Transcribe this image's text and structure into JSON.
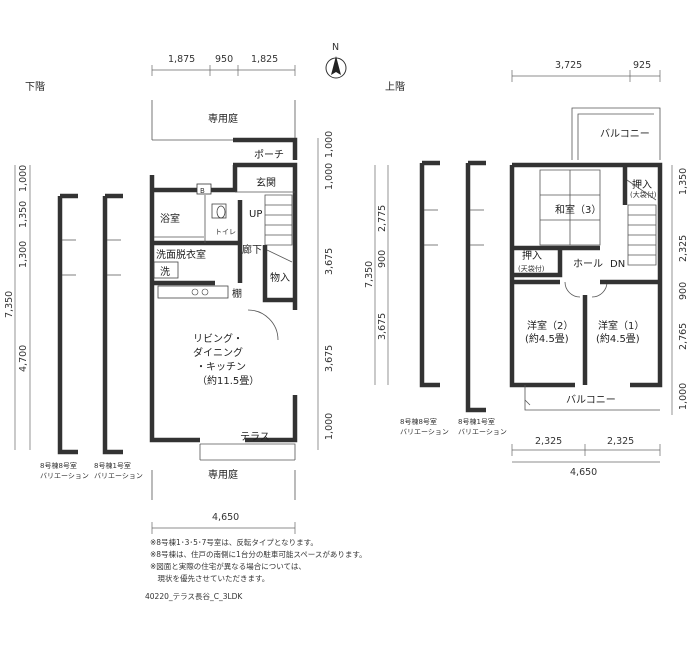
{
  "lower": {
    "title": "下階",
    "top_dims": [
      "1,875",
      "950",
      "1,825"
    ],
    "bottom_dim": "4,650",
    "right_dims": [
      "1,000",
      "1,000",
      "3,675",
      "3,675",
      "1,000"
    ],
    "left_total": "7,350",
    "left_dims": [
      "1,000",
      "1,350",
      "1,300",
      "4,700"
    ],
    "rooms": {
      "garden_top": "専用庭",
      "porch": "ポーチ",
      "entrance": "玄関",
      "bath": "浴室",
      "toilet": "トイレ",
      "b_mark": "B",
      "up": "UP",
      "corridor": "廊下",
      "storage": "物入",
      "washroom": "洗面脱衣室",
      "wash": "洗",
      "shelf": "棚",
      "ldk": [
        "リビング・",
        "ダイニング",
        "・キッチン",
        "（約11.5畳）"
      ],
      "terrace": "テラス",
      "garden_bottom": "専用庭"
    },
    "variations": [
      [
        "8号棟8号室",
        "バリエーション"
      ],
      [
        "8号棟1号室",
        "バリエーション"
      ]
    ]
  },
  "upper": {
    "title": "上階",
    "top_dims": [
      "3,725",
      "925"
    ],
    "bottom_dims": [
      "2,325",
      "2,325"
    ],
    "bottom_total": "4,650",
    "left_total": "7,350",
    "left_dims": [
      "2,775",
      "900",
      "3,675"
    ],
    "right_dims": [
      "1,350",
      "2,325",
      "900",
      "2,765",
      "1,000"
    ],
    "rooms": {
      "balcony_top": "バルコニー",
      "washitsu": "和室（3）",
      "oshiire_small": [
        "押入",
        "(大袋付)"
      ],
      "oshiire": [
        "押入",
        "(天袋付)"
      ],
      "hall": "ホール",
      "dn": "DN",
      "yoshitsu2": [
        "洋室（2）",
        "(約4.5畳)"
      ],
      "yoshitsu1": [
        "洋室（1）",
        "(約4.5畳)"
      ],
      "balcony_bottom": "バルコニー"
    },
    "variations": [
      [
        "8号棟8号室",
        "バリエーション"
      ],
      [
        "8号棟1号室",
        "バリエーション"
      ]
    ]
  },
  "notes": [
    "※8号棟1･3･5･7号室は、反転タイプとなります。",
    "※8号棟は、住戸の南側に1台分の駐車可能スペースがあります。",
    "※図面と実際の住宅が異なる場合については、",
    "　現状を優先させていただきます。"
  ],
  "caption": "40220_テラス長谷_C_3LDK",
  "north": "N"
}
